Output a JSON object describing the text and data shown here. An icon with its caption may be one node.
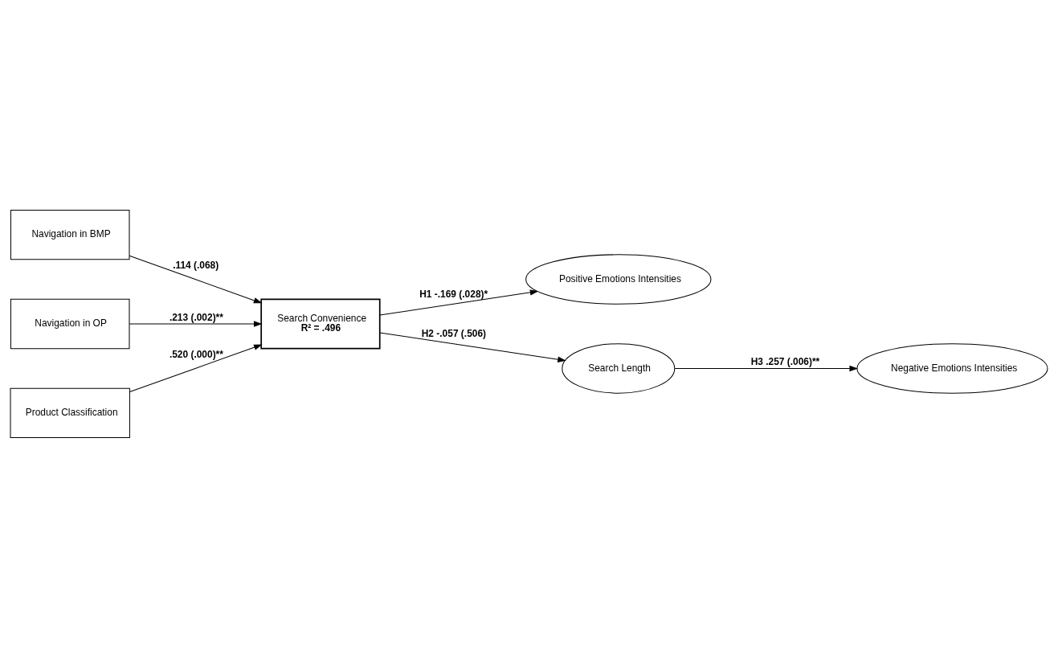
{
  "diagram": {
    "nodes": [
      {
        "text": [
          "Navigation in BMP"
        ]
      },
      {
        "text": [
          "Navigation in OP"
        ]
      },
      {
        "text": [
          "Product Classification"
        ]
      },
      {
        "text": [
          "Search Convenience",
          "R² = .496"
        ]
      },
      {
        "text": [
          "Positive Emotions Intensities"
        ]
      },
      {
        "text": [
          "Negative Emotions Intensities"
        ]
      },
      {
        "text": [
          "Search Length"
        ]
      }
    ],
    "edges": [
      {
        "from": 0,
        "to": 3,
        "arrow": "to",
        "label": ".114 (.068)"
      },
      {
        "from": 1,
        "to": 3,
        "arrow": "to",
        "label": ".213 (.002)**"
      },
      {
        "from": 2,
        "to": 3,
        "arrow": "to",
        "label": ".520 (.000)**"
      },
      {
        "from": 3,
        "to": 4,
        "arrow": "to",
        "label": "H1 -.169 (.028)*"
      },
      {
        "from": 3,
        "to": 6,
        "arrow": "to",
        "label": "H2 -.057 (.506)"
      },
      {
        "from": 6,
        "to": 5,
        "arrow": "to",
        "label": "H3 .257 (.006)**"
      }
    ]
  }
}
